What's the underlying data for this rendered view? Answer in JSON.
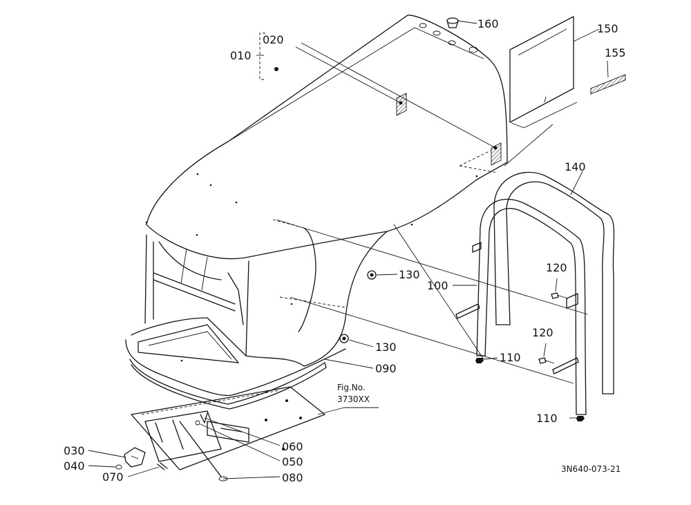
{
  "labels": {
    "p010": "010",
    "p020": "020",
    "p030": "030",
    "p040": "040",
    "p050": "050",
    "p060": "060",
    "p070": "070",
    "p080": "080",
    "p090": "090",
    "p100": "100",
    "p110a": "110",
    "p110b": "110",
    "p120a": "120",
    "p120b": "120",
    "p130a": "130",
    "p130b": "130",
    "p140": "140",
    "p150": "150",
    "p155": "155",
    "p160": "160"
  },
  "figref": {
    "line1": "Fig.No.",
    "line2": "3730XX"
  },
  "drawing_code": "3N640-073-21"
}
